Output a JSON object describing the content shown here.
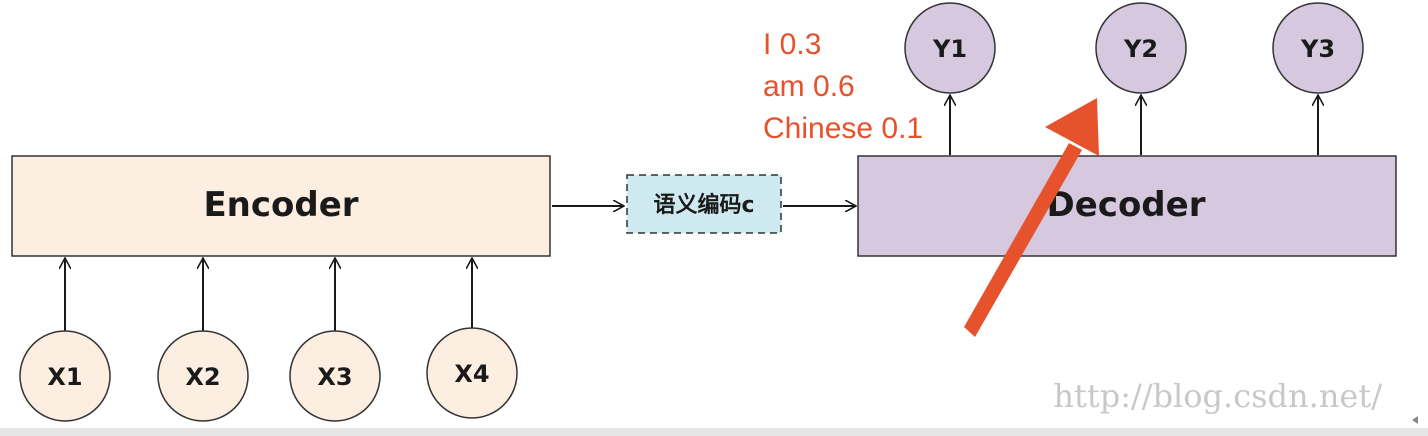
{
  "diagram": {
    "encoder": {
      "label": "Encoder"
    },
    "decoder": {
      "label": "Decoder"
    },
    "context": {
      "label": "语义编码c"
    },
    "inputs": [
      "X1",
      "X2",
      "X3",
      "X4"
    ],
    "outputs": [
      "Y1",
      "Y2",
      "Y3"
    ],
    "probabilities": [
      "I 0.3",
      "am 0.6",
      "Chinese 0.1"
    ],
    "watermark": "http://blog.csdn.net/"
  },
  "colors": {
    "encoder_fill": "#fdeee2",
    "decoder_fill": "#d5c8df",
    "input_node_fill": "#fdeee2",
    "output_node_fill": "#d5c8df",
    "context_fill": "#cfe9f1",
    "annotation": "#e5522b",
    "bottom_bar": "#e6e6e6"
  }
}
